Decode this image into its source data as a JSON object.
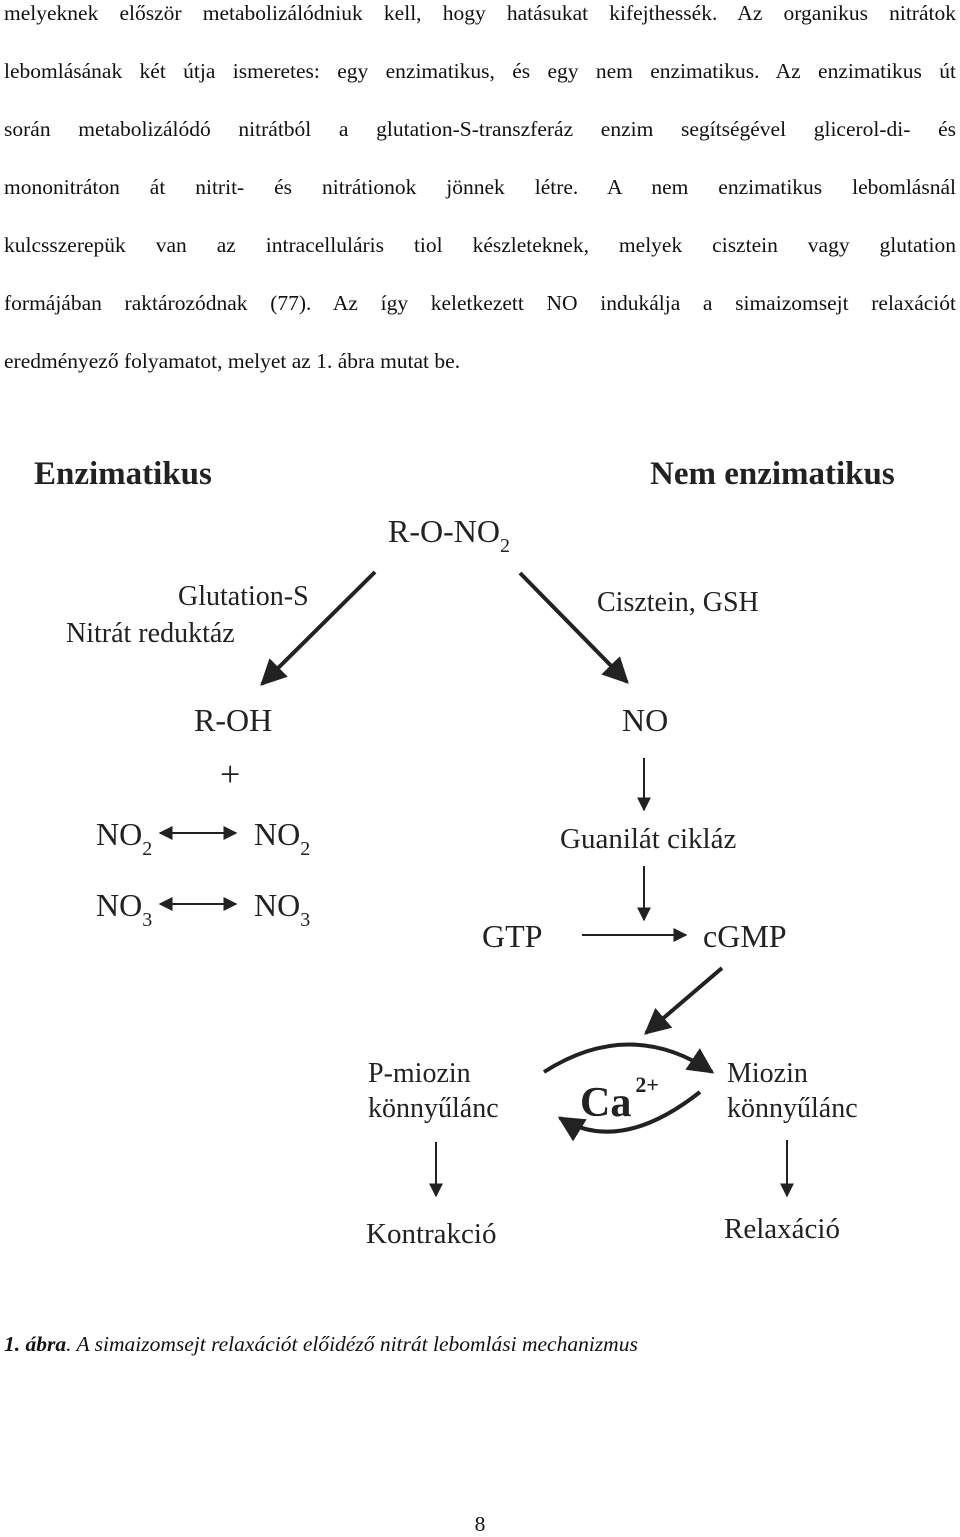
{
  "body_lines": [
    "melyeknek először metabolizálódniuk kell, hogy hatásukat kifejthessék. Az organikus nitrátok",
    "lebomlásának két útja ismeretes: egy enzimatikus, és egy nem enzimatikus. Az enzimatikus út",
    "során metabolizálódó nitrátból a glutation-S-transzferáz enzim segítségével glicerol-di- és",
    "mononitráton át nitrit- és nitrátionok jönnek létre. A nem enzimatikus lebomlásnál",
    "kulcsszerepük van az intracelluláris tiol készleteknek, melyek cisztein vagy glutation",
    "formájában raktározódnak (77). Az így keletkezett NO indukálja a simaizomsejt relaxációt",
    "eredményező folyamatot, melyet az 1. ábra mutat be."
  ],
  "figure": {
    "heading_left": "Enzimatikus",
    "heading_right": "Nem enzimatikus",
    "start_main": "R-O-NO",
    "start_sub": "2",
    "enzyme_line1": "Glutation-S",
    "enzyme_line2": "Nitrát reduktáz",
    "reagent": "Cisztein, GSH",
    "product_left": "R-OH",
    "plus": "+",
    "no2_main": "NO",
    "no2_sub": "2",
    "no3_main": "NO",
    "no3_sub": "3",
    "no": "NO",
    "guanylate": "Guanilát cikláz",
    "gtp": "GTP",
    "cgmp": "cGMP",
    "p_myosin_line1": "P-miozin",
    "p_myosin_line2": "könnyűlánc",
    "calcium_main": "Ca",
    "calcium_sup": "2+",
    "myosin_line1": "Miozin",
    "myosin_line2": "könnyűlánc",
    "contraction": "Kontrakció",
    "relaxation": "Relaxáció"
  },
  "caption": {
    "label": "1. ábra",
    "text": ". A simaizomsejt relaxációt  előidéző nitrát lebomlási mechanizmus"
  },
  "page_number": "8"
}
